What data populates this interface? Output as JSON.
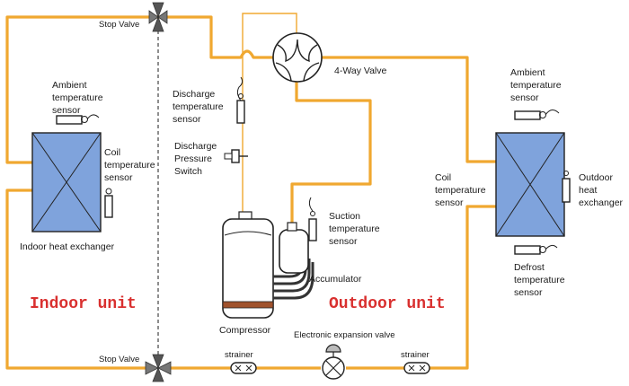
{
  "colors": {
    "pipe": "#f0a830",
    "heat_exchanger": "#7fa3dc",
    "unit_label": "#d9302f",
    "compressor_band": "#a0522d"
  },
  "labels": {
    "stop_valve_top": "Stop Valve",
    "stop_valve_bottom": "Stop Valve",
    "four_way_valve": "4-Way Valve",
    "discharge_temp_sensor": [
      "Discharge",
      "temperature",
      "sensor"
    ],
    "discharge_pressure_switch": [
      "Discharge",
      "Pressure",
      "Switch"
    ],
    "indoor_ambient_sensor": [
      "Ambient",
      "temperature",
      "sensor"
    ],
    "indoor_coil_sensor": [
      "Coil",
      "temperature",
      "sensor"
    ],
    "indoor_heat_exchanger": "Indoor heat exchanger",
    "outdoor_ambient_sensor": [
      "Ambient",
      "temperature",
      "sensor"
    ],
    "outdoor_coil_sensor": [
      "Coil",
      "temperature",
      "sensor"
    ],
    "outdoor_heat_exchanger": [
      "Outdoor",
      "heat",
      "exchanger"
    ],
    "defrost_sensor": [
      "Defrost",
      "temperature",
      "sensor"
    ],
    "suction_sensor": [
      "Suction",
      "temperature",
      "sensor"
    ],
    "accumulator": "Accumulator",
    "compressor": "Compressor",
    "indoor_unit": "Indoor unit",
    "outdoor_unit": "Outdoor unit",
    "expansion_valve": "Electronic expansion valve",
    "strainer_left": "strainer",
    "strainer_right": "strainer"
  }
}
